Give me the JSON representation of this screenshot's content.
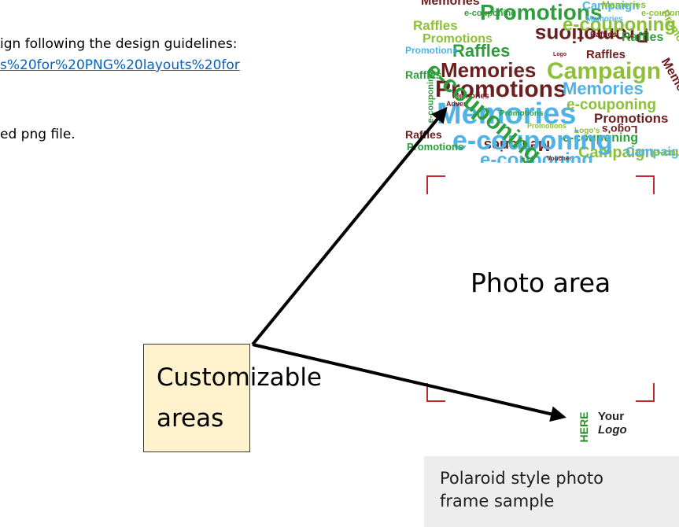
{
  "instruction_line": "ign following the design guidelines:",
  "link_line": "s%20for%20PNG%20layouts%20for",
  "file_line": "ed png file.",
  "photo_area_label": "Photo area",
  "callout": {
    "line1": "Customizable",
    "line2": "areas"
  },
  "logo": {
    "here": "HERE",
    "your": "Your",
    "logo": "Logo"
  },
  "caption": {
    "line1": "Polaroid style photo",
    "line2": "frame sample"
  },
  "colors": {
    "link": "#0563C1",
    "callout_fill": "#FFF2CC",
    "corner_marks": "#C0282E",
    "caption_fill": "#EDEDED",
    "cloud_green": "#2E9E3C",
    "cloud_brown": "#6B1F1F",
    "cloud_lightgreen": "#8DBF3A",
    "cloud_blue": "#4FB3E6"
  },
  "word_cloud": [
    "Memories",
    "Promotions",
    "Campaign",
    "e-couponing",
    "Raffles",
    "Promotions",
    "e-couponing",
    "Promotions",
    "Raffles",
    "Raffles",
    "Memories",
    "Promotions",
    "Memories",
    "Campaign",
    "Raffles",
    "Promotions",
    "Memories",
    "e-couponing",
    "Promotions",
    "Logo's",
    "e-couponing",
    "Memories",
    "Campaign",
    "e-couponing",
    "Promotions",
    "e-couponing",
    "Raffles",
    "Memories",
    "e-couponing",
    "Raffles",
    "Promotions",
    "Memories",
    "Logo's",
    "Campaign",
    "e-coup",
    "Promotions",
    "Memories",
    "Raffles",
    "Promotions",
    "Advert",
    "Voucher",
    "e-couponing",
    "Memories",
    "Logo"
  ]
}
